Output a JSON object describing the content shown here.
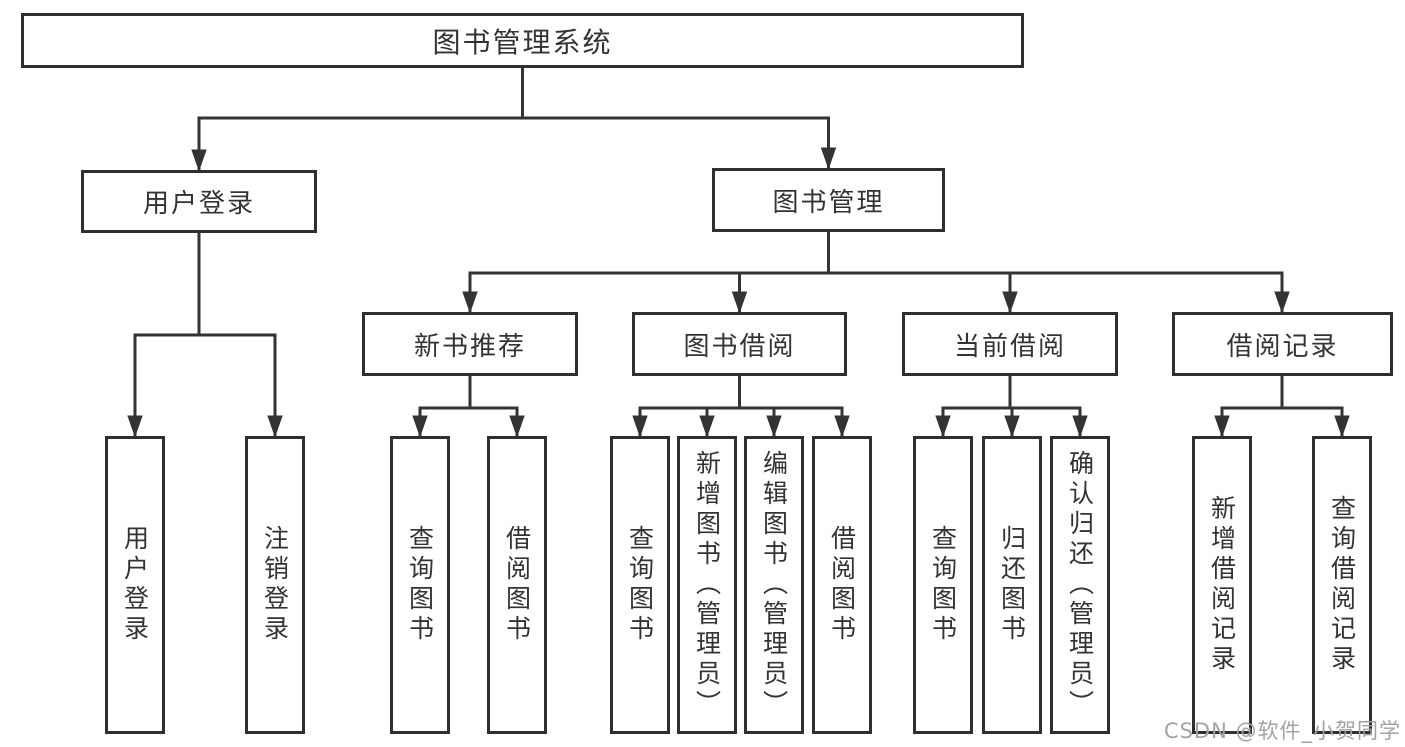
{
  "diagram": {
    "root": "图书管理系统",
    "branches": [
      {
        "label": "用户登录",
        "children": [
          "用户登录",
          "注销登录"
        ]
      },
      {
        "label": "图书管理",
        "groups": [
          {
            "label": "新书推荐",
            "children": [
              "查询图书",
              "借阅图书"
            ]
          },
          {
            "label": "图书借阅",
            "children": [
              "查询图书",
              "新增图书（管理员）",
              "编辑图书（管理员）",
              "借阅图书"
            ]
          },
          {
            "label": "当前借阅",
            "children": [
              "查询图书",
              "归还图书",
              "确认归还（管理员）"
            ]
          },
          {
            "label": "借阅记录",
            "children": [
              "新增借阅记录",
              "查询借阅记录"
            ]
          }
        ]
      }
    ]
  },
  "watermark": "CSDN @软件_小贺同学",
  "colors": {
    "line": "#333333",
    "box_border": "#2f2f2f",
    "text": "#333333",
    "watermark": "#a3a3a3",
    "background": "#ffffff"
  }
}
